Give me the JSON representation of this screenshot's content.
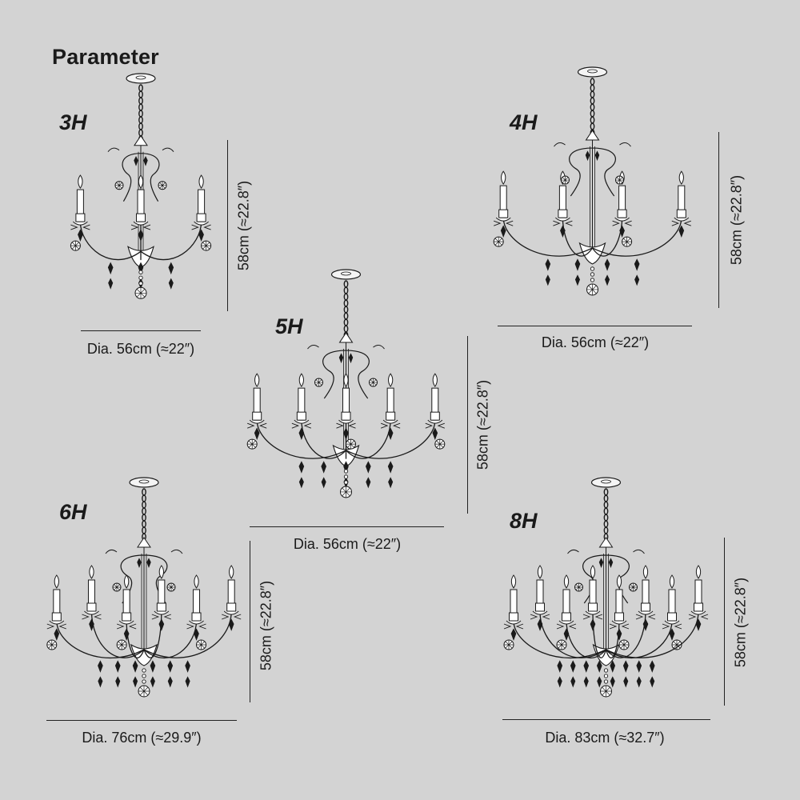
{
  "page": {
    "title": "Parameter",
    "background": "#d3d3d3",
    "ink": "#1a1a1a"
  },
  "variants": [
    {
      "id": "3h",
      "label": "3H",
      "diameter": "Dia. 56cm (≈22″)",
      "height": "58cm (≈22.8″)",
      "candles": 3
    },
    {
      "id": "4h",
      "label": "4H",
      "diameter": "Dia. 56cm (≈22″)",
      "height": "58cm (≈22.8″)",
      "candles": 4
    },
    {
      "id": "5h",
      "label": "5H",
      "diameter": "Dia. 56cm (≈22″)",
      "height": "58cm (≈22.8″)",
      "candles": 5
    },
    {
      "id": "6h",
      "label": "6H",
      "diameter": "Dia. 76cm (≈29.9″)",
      "height": "58cm (≈22.8″)",
      "candles": 6
    },
    {
      "id": "8h",
      "label": "8H",
      "diameter": "Dia. 83cm (≈32.7″)",
      "height": "58cm (≈22.8″)",
      "candles": 8
    }
  ],
  "icons": {
    "figure": "chandelier-icon"
  }
}
